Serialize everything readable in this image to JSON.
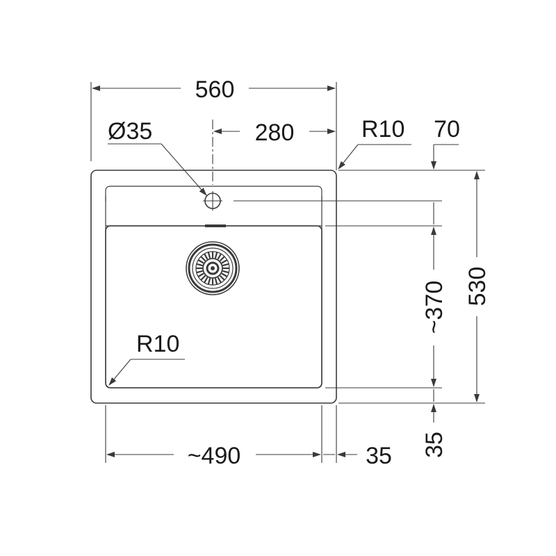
{
  "dimensions": {
    "overall_width": "560",
    "tap_hole_offset": "280",
    "tap_hole_diameter": "Ø35",
    "corner_radius_outer": "R10",
    "top_margin": "70",
    "overall_depth": "530",
    "bowl_depth": "~370",
    "bottom_margin": "35",
    "corner_radius_bowl": "R10",
    "bowl_width": "~490",
    "side_margin": "35"
  },
  "colors": {
    "line": "#3a3a3a",
    "text": "#1a1a1a",
    "background": "#ffffff"
  }
}
